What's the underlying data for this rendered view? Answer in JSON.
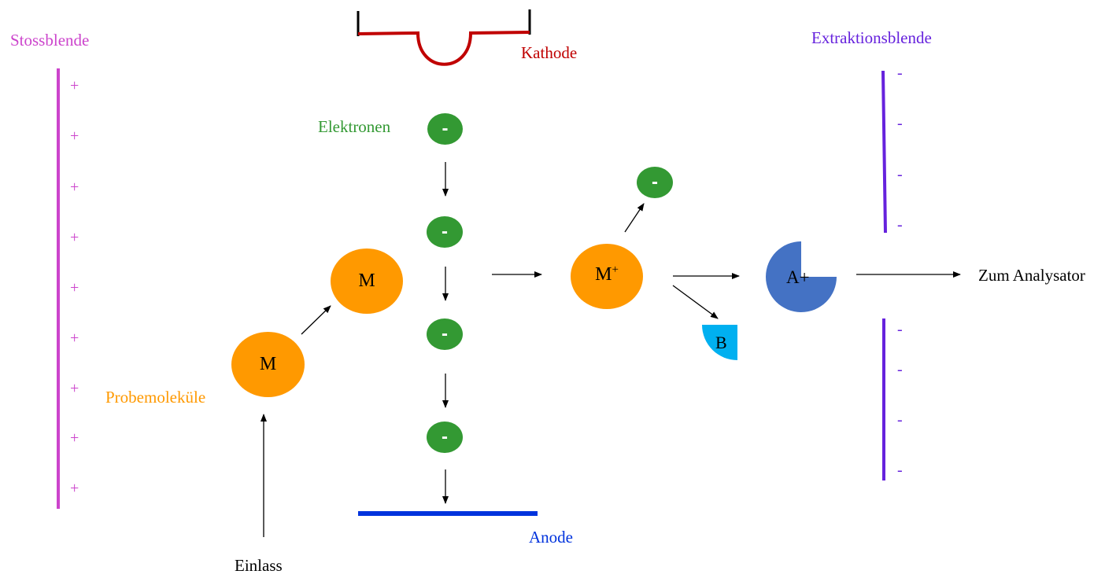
{
  "labels": {
    "stossblende": "Stossblende",
    "kathode": "Kathode",
    "extraktionsblende": "Extraktionsblende",
    "elektronen": "Elektronen",
    "probemolekuele": "Probemoleküle",
    "einlass": "Einlass",
    "anode": "Anode",
    "zum_analysator": "Zum Analysator"
  },
  "molecules": {
    "m1": "M",
    "m2": "M",
    "m_ion": "M",
    "m_ion_charge": "+",
    "fragment_a": "A+",
    "fragment_b": "B"
  },
  "electron_sign": "-",
  "stoss_signs": [
    "+",
    "+",
    "+",
    "+",
    "+",
    "+",
    "+",
    "+",
    "+"
  ],
  "extraktion_signs_top": [
    "-",
    "-",
    "-",
    "-"
  ],
  "extraktion_signs_bottom": [
    "-",
    "-",
    "-",
    "-"
  ],
  "colors": {
    "stossblende": "#cc44cc",
    "kathode": "#c00000",
    "extraktionsblende": "#6622dd",
    "elektronen": "#339933",
    "probemolekuele": "#ff9900",
    "anode": "#0033dd",
    "fragment_a": "#4472c4",
    "fragment_b": "#00b0f0"
  }
}
